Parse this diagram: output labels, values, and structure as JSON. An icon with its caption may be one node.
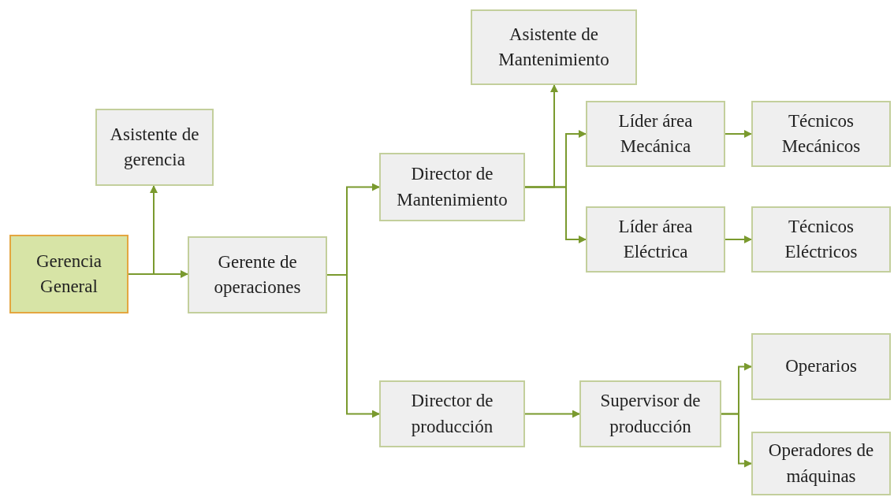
{
  "diagram": {
    "nodes": [
      {
        "text": [
          "Gerencia General"
        ]
      },
      {
        "text": [
          "Asistente de gerencia"
        ]
      },
      {
        "text": [
          "Gerente de operaciones"
        ]
      },
      {
        "text": [
          "Director de Mantenimiento"
        ]
      },
      {
        "text": [
          "Asistente de Mantenimiento"
        ]
      },
      {
        "text": [
          "Líder área Mecánica"
        ]
      },
      {
        "text": [
          "Técnicos Mecánicos"
        ]
      },
      {
        "text": [
          "Líder área Eléctrica"
        ]
      },
      {
        "text": [
          "Técnicos Eléctricos"
        ]
      },
      {
        "text": [
          "Director de producción"
        ]
      },
      {
        "text": [
          "Supervisor de producción"
        ]
      },
      {
        "text": [
          "Operarios"
        ]
      },
      {
        "text": [
          "Operadores de máquinas"
        ]
      }
    ],
    "edges": [
      {
        "from": 0,
        "to": 1,
        "arrow": "to"
      },
      {
        "from": 0,
        "to": 2,
        "arrow": "to"
      },
      {
        "from": 2,
        "to": 3,
        "arrow": "to"
      },
      {
        "from": 2,
        "to": 9,
        "arrow": "to"
      },
      {
        "from": 3,
        "to": 4,
        "arrow": "to"
      },
      {
        "from": 3,
        "to": 5,
        "arrow": "to"
      },
      {
        "from": 3,
        "to": 7,
        "arrow": "to"
      },
      {
        "from": 5,
        "to": 6,
        "arrow": "to"
      },
      {
        "from": 7,
        "to": 8,
        "arrow": "to"
      },
      {
        "from": 9,
        "to": 10,
        "arrow": "to"
      },
      {
        "from": 10,
        "to": 11,
        "arrow": "to"
      },
      {
        "from": 10,
        "to": 12,
        "arrow": "to"
      }
    ]
  }
}
